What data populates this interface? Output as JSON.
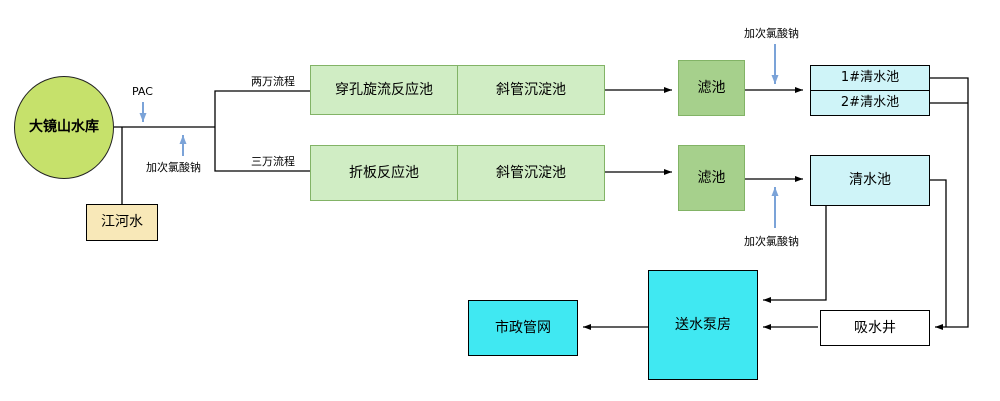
{
  "colors": {
    "reservoir-fill": "#c6e16b",
    "river-fill": "#f8e8b8",
    "process-fill": "#d0edc4",
    "process-border": "#82b366",
    "filter-fill": "#a6d08c",
    "clearwater-fill": "#cff4f8",
    "pump-fill": "#40e8f2",
    "line": "#000000",
    "dose-arrow": "#7ba3d8"
  },
  "nodes": {
    "reservoir": "大镜山水库",
    "river": "江河水",
    "reactor_top": "穿孔旋流反应池",
    "sediment_top": "斜管沉淀池",
    "reactor_bottom": "折板反应池",
    "sediment_bottom": "斜管沉淀池",
    "filter_top": "滤池",
    "filter_bottom": "滤池",
    "clearwater_1": "1#清水池",
    "clearwater_2": "2#清水池",
    "clearwater": "清水池",
    "pump_station": "送水泵房",
    "municipal_network": "市政管网",
    "suction_well": "吸水井"
  },
  "labels": {
    "pac": "PAC",
    "flow_top": "两万流程",
    "flow_bottom": "三万流程",
    "dose_left": "加次氯酸钠",
    "dose_top": "加次氯酸钠",
    "dose_bottom": "加次氯酸钠"
  }
}
